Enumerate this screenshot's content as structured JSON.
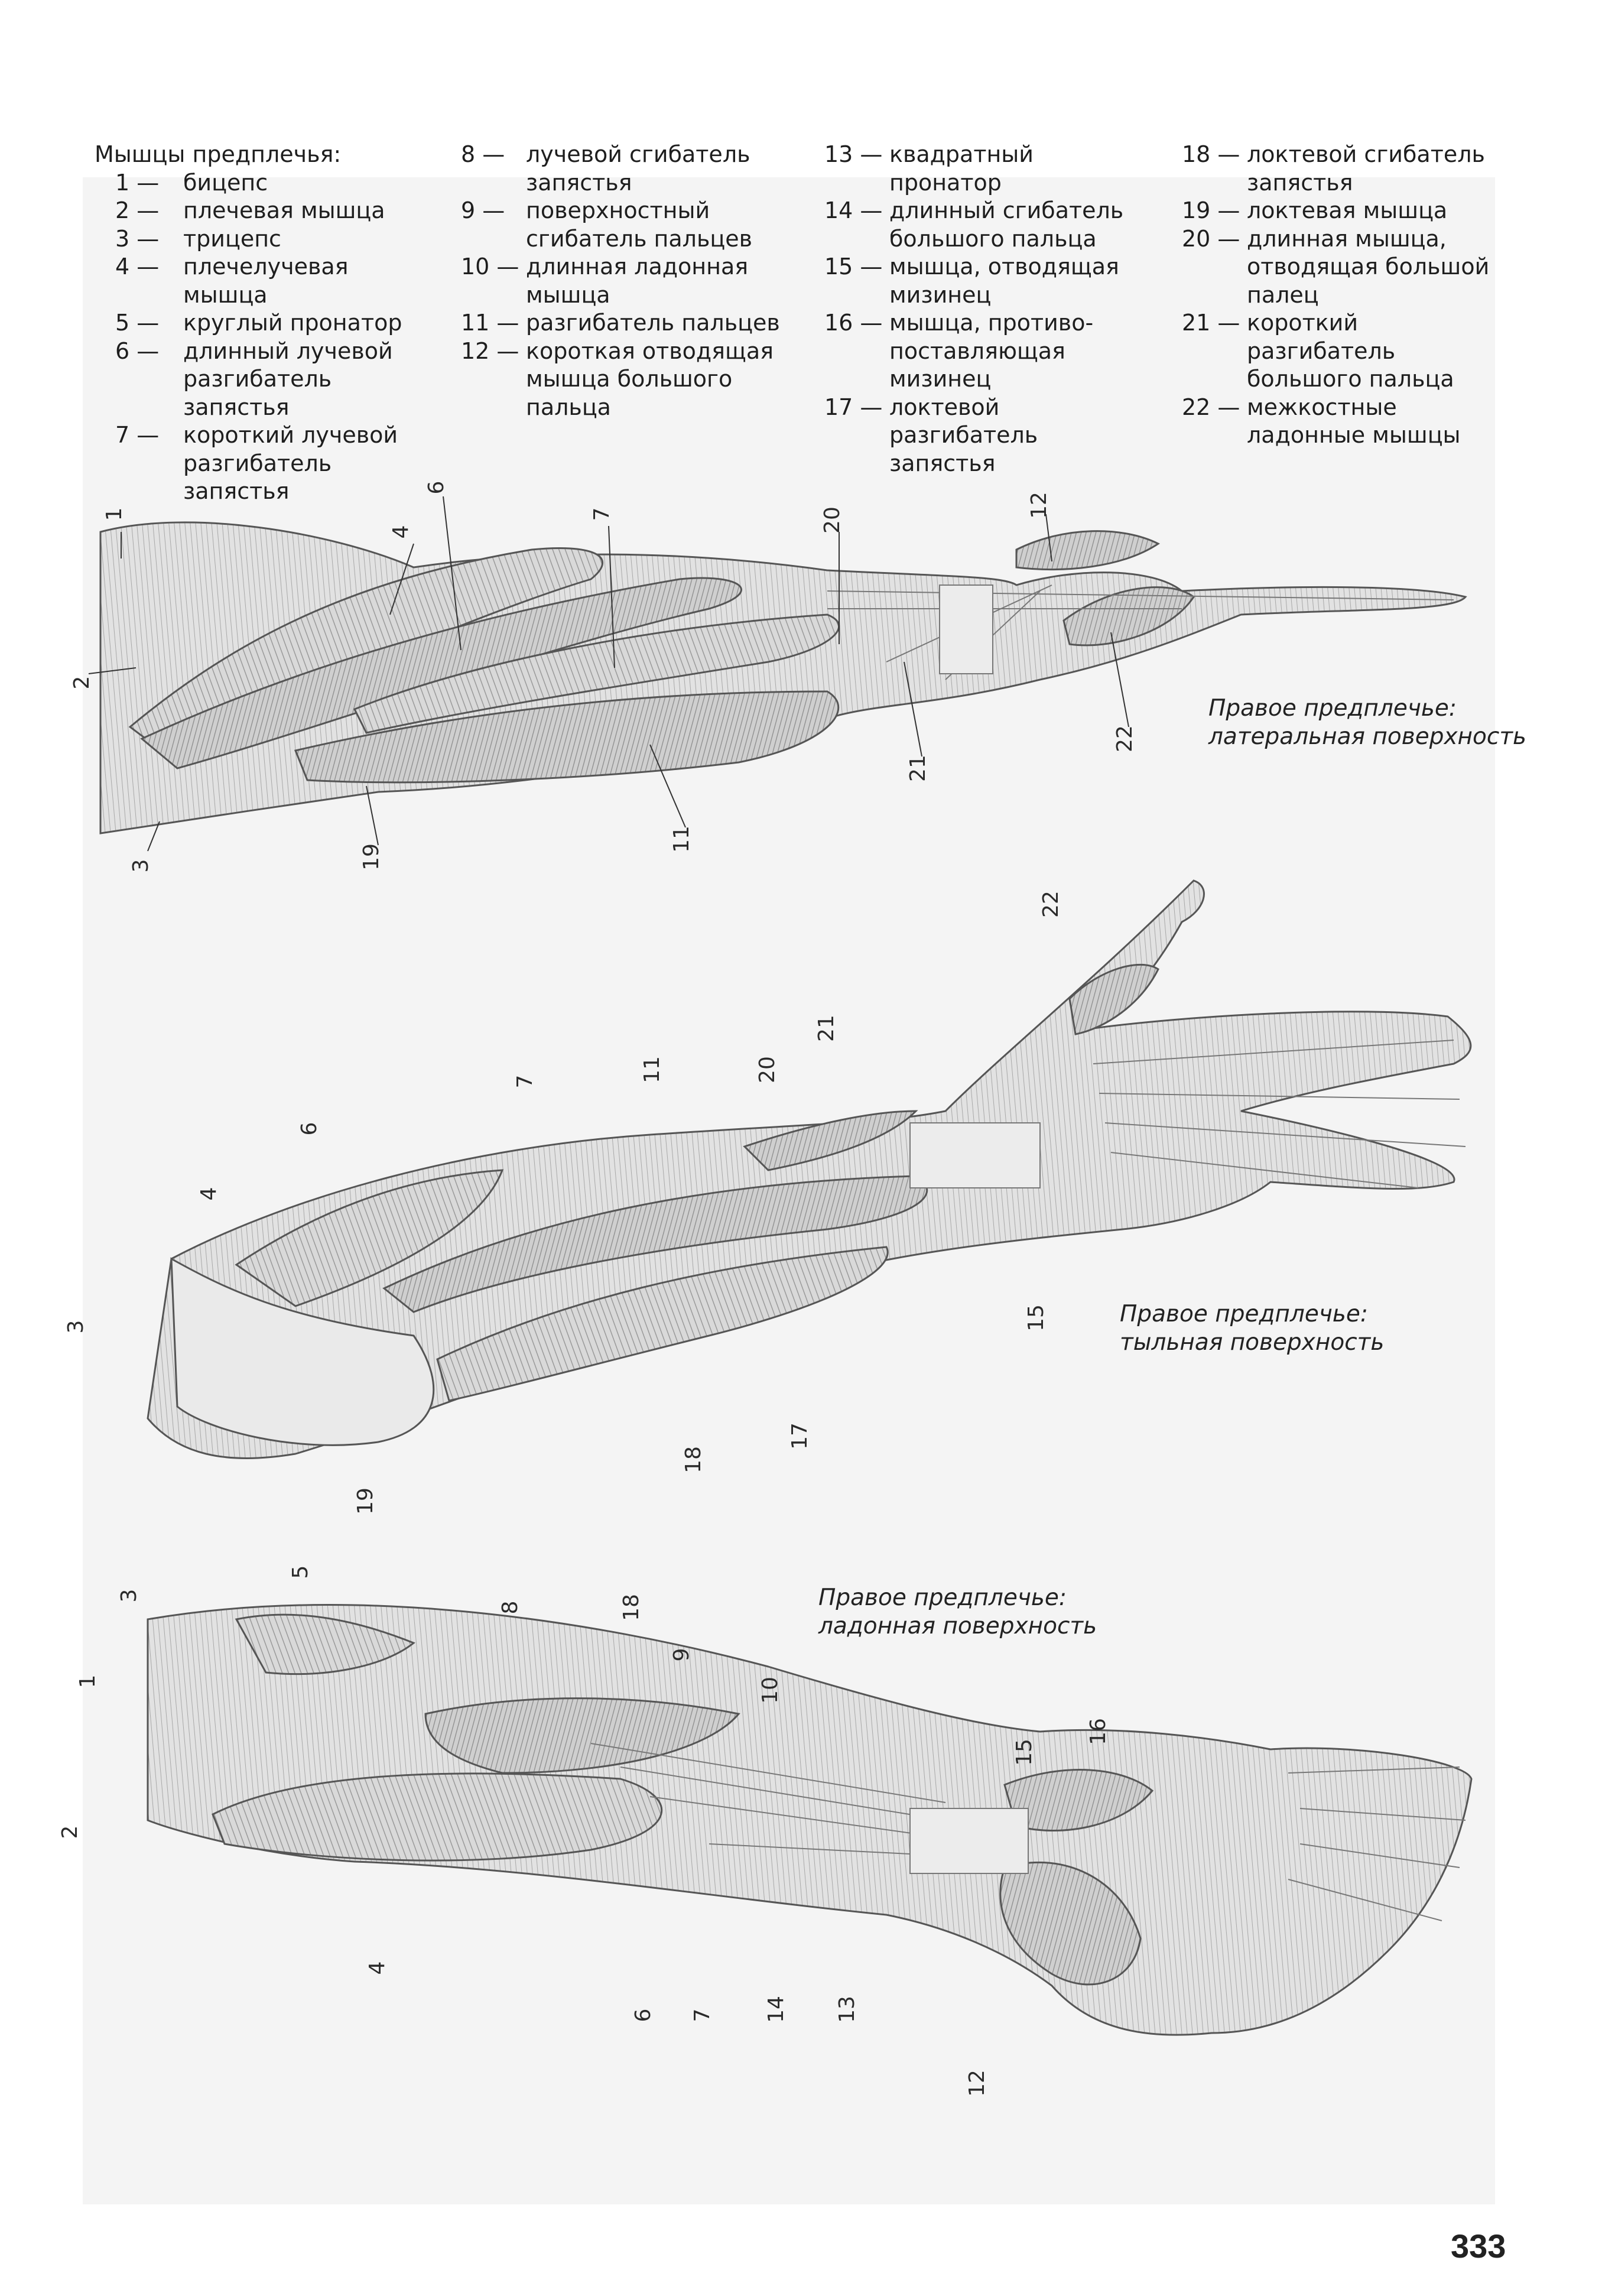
{
  "legend": {
    "title": "Мышцы предплечья:",
    "columns": [
      [
        {
          "num": "1 —",
          "text": "бицепс"
        },
        {
          "num": "2 —",
          "text": "плечевая мышца"
        },
        {
          "num": "3 —",
          "text": "трицепс"
        },
        {
          "num": "4 —",
          "text": "плечелучевая мышца"
        },
        {
          "num": "5 —",
          "text": "круглый пронатор"
        },
        {
          "num": "6 —",
          "text": "длинный лучевой разгибатель запястья"
        },
        {
          "num": "7 —",
          "text": "короткий лучевой разгибатель запястья"
        }
      ],
      [
        {
          "num": "8 —",
          "text": "лучевой сгибатель запястья"
        },
        {
          "num": "9 —",
          "text": "поверхностный сгибатель пальцев"
        },
        {
          "num": "10 —",
          "text": "длинная ладонная мышца"
        },
        {
          "num": "11 —",
          "text": "разгибатель пальцев"
        },
        {
          "num": "12 —",
          "text": "короткая отводящая мышца большого пальца"
        }
      ],
      [
        {
          "num": "13 —",
          "text": "квадратный пронатор"
        },
        {
          "num": "14 —",
          "text": "длинный сгибатель большого пальца"
        },
        {
          "num": "15 —",
          "text": "мышца, отводящая мизинец"
        },
        {
          "num": "16 —",
          "text": "мышца, противо-поставляющая мизинец"
        },
        {
          "num": "17 —",
          "text": "локтевой разгибатель запястья"
        }
      ],
      [
        {
          "num": "18 —",
          "text": "локтевой сгибатель запястья"
        },
        {
          "num": "19 —",
          "text": "локтевая мышца"
        },
        {
          "num": "20 —",
          "text": "длинная мышца, отводящая большой палец"
        },
        {
          "num": "21 —",
          "text": "короткий разгибатель большого пальца"
        },
        {
          "num": "22 —",
          "text": "межкостные ладонные мышцы"
        }
      ]
    ]
  },
  "figures": [
    {
      "caption_line1": "Правое предплечье:",
      "caption_line2": "латеральная поверхность",
      "labels": [
        "1",
        "2",
        "3",
        "4",
        "6",
        "7",
        "19",
        "11",
        "20",
        "21",
        "12",
        "22"
      ]
    },
    {
      "caption_line1": "Правое предплечье:",
      "caption_line2": "тыльная поверхность",
      "labels": [
        "3",
        "4",
        "6",
        "7",
        "11",
        "20",
        "21",
        "22",
        "19",
        "18",
        "17",
        "15"
      ]
    },
    {
      "caption_line1": "Правое предплечье:",
      "caption_line2": "ладонная поверхность",
      "labels": [
        "3",
        "5",
        "1",
        "2",
        "8",
        "18",
        "9",
        "10",
        "4",
        "6",
        "7",
        "14",
        "13",
        "15",
        "16",
        "12"
      ]
    }
  ],
  "page_number": "333",
  "colors": {
    "paper": "#f4f4f4",
    "pencil": "#6a6a6a",
    "text": "#1e1e1e"
  }
}
